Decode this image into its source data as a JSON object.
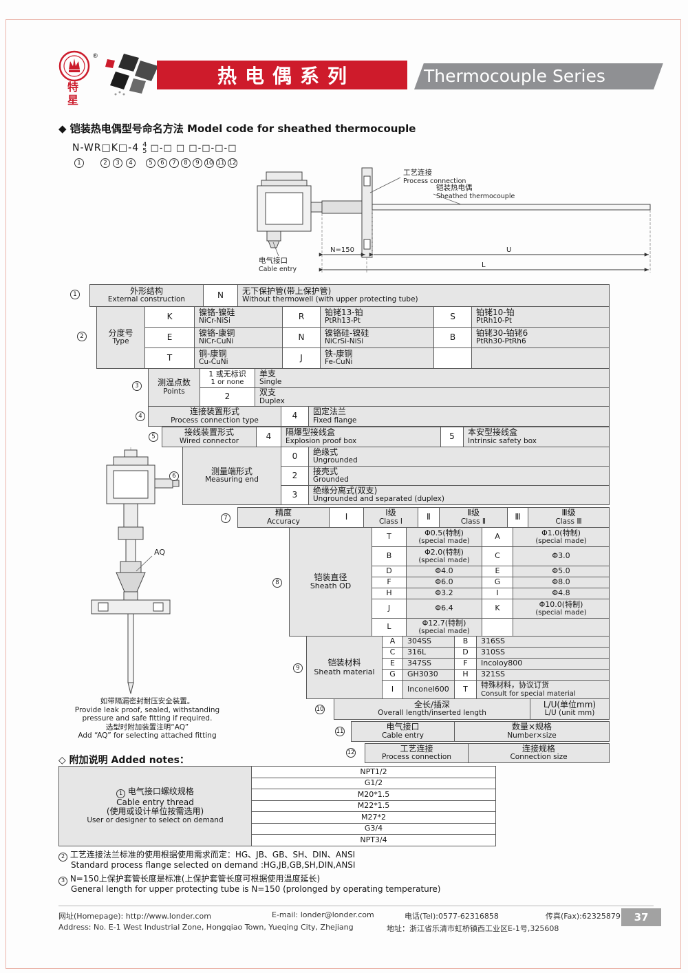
{
  "header": {
    "brand": "特星",
    "brand_reg": "®",
    "title_cn": "热电偶系列",
    "title_en": "Thermocouple Series"
  },
  "section": {
    "marker": "◆",
    "title_cn": "铠装热电偶型号命名方法",
    "title_en": "Model code for sheathed thermocouple"
  },
  "model_code": {
    "prefix": "N-WR□K□-4",
    "stack_top": "4",
    "stack_bottom": "5",
    "boxes": "□-□ □ □-□-□-□",
    "positions": [
      "1",
      "2",
      "3",
      "4",
      "5",
      "6",
      "7",
      "8",
      "9",
      "10",
      "11",
      "12"
    ]
  },
  "diagram": {
    "process_connection_cn": "工艺连接",
    "process_connection_en": "Process connection",
    "sheathed_cn": "铠装热电偶",
    "sheathed_en": "Sheathed thermocouple",
    "cable_entry_cn": "电气接口",
    "cable_entry_en": "Cable entry",
    "dim_n": "N=150",
    "dim_u": "U",
    "dim_l": "L"
  },
  "left_diagram": {
    "aq": "AQ",
    "note_lines": [
      "如带隔漏密封耐压安全装置。",
      "Provide leak proof, sealed, withstanding",
      "pressure and safe fitting if required.",
      "选型时附加装置注明“AQ”",
      "Add “AQ” for selecting attached fitting"
    ]
  },
  "t1": {
    "num": "1",
    "label_cn": "外形结构",
    "label_en": "External construction",
    "code": "N",
    "desc_cn": "无下保护管(带上保护管)",
    "desc_en": "Without thermowell (with upper protecting tube)"
  },
  "t2": {
    "num": "2",
    "label_cn": "分度号",
    "label_en": "Type",
    "rows": [
      {
        "c1": "K",
        "n1cn": "镍铬-镍硅",
        "n1en": "NiCr-NiSi",
        "c2": "R",
        "n2cn": "铂铑13-铂",
        "n2en": "PtRh13-Pt",
        "c3": "S",
        "n3cn": "铂铑10-铂",
        "n3en": "PtRh10-Pt"
      },
      {
        "c1": "E",
        "n1cn": "镍铬-康铜",
        "n1en": "NiCr-CuNi",
        "c2": "N",
        "n2cn": "镍铬硅-镍硅",
        "n2en": "NiCrSi-NiSi",
        "c3": "B",
        "n3cn": "铂铑30-铂铑6",
        "n3en": "PtRh30-PtRh6"
      },
      {
        "c1": "T",
        "n1cn": "铜-康铜",
        "n1en": "Cu-CuNi",
        "c2": "J",
        "n2cn": "铁-康铜",
        "n2en": "Fe-CuNi",
        "c3": "",
        "n3cn": "",
        "n3en": ""
      }
    ]
  },
  "t3": {
    "num": "3",
    "label_cn": "测温点数",
    "label_en": "Points",
    "rows": [
      {
        "ccn": "1 或无标识",
        "cen": "1 or none",
        "vcn": "单支",
        "ven": "Single"
      },
      {
        "ccn": "2",
        "cen": "",
        "vcn": "双支",
        "ven": "Duplex"
      }
    ]
  },
  "t4": {
    "num": "4",
    "label_cn": "连接装置形式",
    "label_en": "Process connection type",
    "code": "4",
    "val_cn": "固定法兰",
    "val_en": "Fixed flange"
  },
  "t5": {
    "num": "5",
    "label_cn": "接线装置形式",
    "label_en": "Wired connector",
    "code1": "4",
    "val1_cn": "隔爆型接线盒",
    "val1_en": "Explosion proof box",
    "code2": "5",
    "val2_cn": "本安型接线盒",
    "val2_en": "Intrinsic safety box"
  },
  "t6": {
    "num": "6",
    "label_cn": "测量端形式",
    "label_en": "Measuring end",
    "rows": [
      {
        "code": "0",
        "vcn": "绝缘式",
        "ven": "Ungrounded"
      },
      {
        "code": "2",
        "vcn": "接壳式",
        "ven": "Grounded"
      },
      {
        "code": "3",
        "vcn": "绝缘分离式(双支)",
        "ven": "Ungrounded and separated (duplex)"
      }
    ]
  },
  "t7": {
    "num": "7",
    "label_cn": "精度",
    "label_en": "Accuracy",
    "cols": [
      {
        "code": "Ⅰ",
        "cls_cn": "Ⅰ级",
        "cls_en": "Class Ⅰ"
      },
      {
        "code": "Ⅱ",
        "cls_cn": "Ⅱ级",
        "cls_en": "Class Ⅱ"
      },
      {
        "code": "Ⅲ",
        "cls_cn": "Ⅲ级",
        "cls_en": "Class Ⅲ"
      }
    ]
  },
  "t8": {
    "num": "8",
    "label_cn": "铠装直径",
    "label_en": "Sheath OD",
    "rows": [
      {
        "c1": "T",
        "v1": "Φ0.5(特制)",
        "v1b": "(special made)",
        "c2": "A",
        "v2": "Φ1.0(特制)",
        "v2b": "(special made)"
      },
      {
        "c1": "B",
        "v1": "Φ2.0(特制)",
        "v1b": "(special made)",
        "c2": "C",
        "v2": "Φ3.0",
        "v2b": ""
      },
      {
        "c1": "D",
        "v1": "Φ4.0",
        "v1b": "",
        "c2": "E",
        "v2": "Φ5.0",
        "v2b": ""
      },
      {
        "c1": "F",
        "v1": "Φ6.0",
        "v1b": "",
        "c2": "G",
        "v2": "Φ8.0",
        "v2b": ""
      },
      {
        "c1": "H",
        "v1": "Φ3.2",
        "v1b": "",
        "c2": "I",
        "v2": "Φ4.8",
        "v2b": ""
      },
      {
        "c1": "J",
        "v1": "Φ6.4",
        "v1b": "",
        "c2": "K",
        "v2": "Φ10.0(特制)",
        "v2b": "(special made)"
      },
      {
        "c1": "L",
        "v1": "Φ12.7(特制)",
        "v1b": "(special made)",
        "c2": "",
        "v2": "",
        "v2b": ""
      }
    ]
  },
  "t9": {
    "num": "9",
    "label_cn": "铠装材料",
    "label_en": "Sheath material",
    "rows": [
      {
        "c1": "A",
        "v1": "304SS",
        "c2": "B",
        "v2": "316SS",
        "v2b": ""
      },
      {
        "c1": "C",
        "v1": "316L",
        "c2": "D",
        "v2": "310SS",
        "v2b": ""
      },
      {
        "c1": "E",
        "v1": "347SS",
        "c2": "F",
        "v2": "Incoloy800",
        "v2b": ""
      },
      {
        "c1": "G",
        "v1": "GH3030",
        "c2": "H",
        "v2": "321SS",
        "v2b": ""
      },
      {
        "c1": "I",
        "v1": "Inconel600",
        "c2": "T",
        "v2": "特殊材料，协议订货",
        "v2b": "Consult for special material"
      }
    ]
  },
  "t10": {
    "num": "10",
    "label_cn": "全长/插深",
    "label_en": "Overall length/inserted length",
    "val_cn": "L/U(单位mm)",
    "val_en": "L/U (unit mm)"
  },
  "t11": {
    "num": "11",
    "label_cn": "电气接口",
    "label_en": "Cable entry",
    "val_cn": "数量×规格",
    "val_en": "Number×size"
  },
  "t12": {
    "num": "12",
    "label_cn": "工艺连接",
    "label_en": "Process connection",
    "val_cn": "连接规格",
    "val_en": "Connection size"
  },
  "notes": {
    "marker": "◇",
    "title_cn": "附加说明",
    "title_en": "Added notes：",
    "thread_num": "1",
    "thread_lines": [
      "电气接口螺纹规格",
      "Cable entry thread",
      "(使用或设计单位按需选用)",
      "User or designer to select on demand"
    ],
    "thread_options": [
      "NPT1/2",
      "G1/2",
      "M20*1.5",
      "M22*1.5",
      "M27*2",
      "G3/4",
      "NPT3/4"
    ],
    "note2_num": "2",
    "note2_cn": "工艺连接法兰标准的使用根据使用需求而定：HG、JB、GB、SH、DIN、ANSI",
    "note2_en": "Standard process flange selected on demand :HG,JB,GB,SH,DIN,ANSI",
    "note3_num": "3",
    "note3_cn": "N=150上保护套管长度是标准(上保护套管长度可根据使用温度延长)",
    "note3_en": "General length for upper protecting tube is N=150 (prolonged by operating temperature)"
  },
  "footer": {
    "homepage": "网址(Homepage): http://www.londer.com",
    "email": "E-mail: londer@londer.com",
    "tel": "电话(Tel):0577-62316858",
    "fax": "传真(Fax):62325879",
    "address_en": "Address: No. E-1 West Industrial Zone, Hongqiao Town, Yueqing City, Zhejiang",
    "address_cn": "地址：浙江省乐清市虹桥镇西工业区E-1号,325608",
    "page": "37"
  }
}
